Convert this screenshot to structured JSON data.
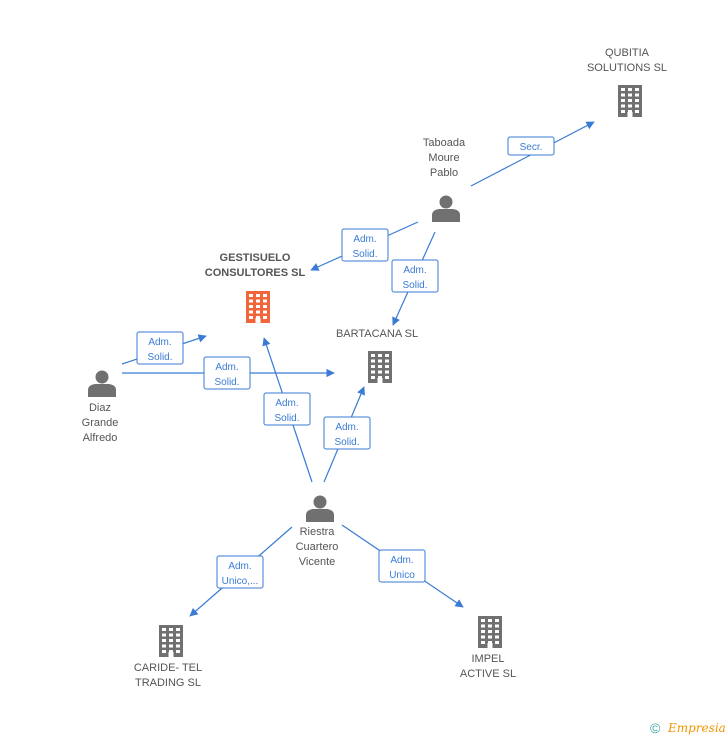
{
  "colors": {
    "edge": "#3a7bd5",
    "company": "#707070",
    "company_main": "#f0653a",
    "person": "#707070",
    "label_text": "#555555"
  },
  "nodes": [
    {
      "id": "qubitia",
      "type": "company",
      "lines": [
        "QUBITIA",
        "SOLUTIONS SL"
      ],
      "icon": "building-icon"
    },
    {
      "id": "taboada",
      "type": "person",
      "lines": [
        "Taboada",
        "Moure",
        "Pablo"
      ],
      "icon": "person-icon"
    },
    {
      "id": "gestisuelo",
      "type": "company",
      "main": true,
      "lines": [
        "GESTISUELO",
        "CONSULTORES SL"
      ],
      "icon": "building-icon"
    },
    {
      "id": "bartacana",
      "type": "company",
      "lines": [
        "BARTACANA SL"
      ],
      "icon": "building-icon"
    },
    {
      "id": "diaz",
      "type": "person",
      "lines": [
        "Diaz",
        "Grande",
        "Alfredo"
      ],
      "icon": "person-icon"
    },
    {
      "id": "riestra",
      "type": "person",
      "lines": [
        "Riestra",
        "Cuartero",
        "Vicente"
      ],
      "icon": "person-icon"
    },
    {
      "id": "caride",
      "type": "company",
      "lines": [
        "CARIDE- TEL",
        "TRADING SL"
      ],
      "icon": "building-icon"
    },
    {
      "id": "impel",
      "type": "company",
      "lines": [
        "IMPEL",
        "ACTIVE SL"
      ],
      "icon": "building-icon"
    }
  ],
  "edges": [
    {
      "from": "taboada",
      "to": "qubitia",
      "label": [
        "Secr."
      ]
    },
    {
      "from": "taboada",
      "to": "gestisuelo",
      "label": [
        "Adm.",
        "Solid."
      ]
    },
    {
      "from": "taboada",
      "to": "bartacana",
      "label": [
        "Adm.",
        "Solid."
      ]
    },
    {
      "from": "diaz",
      "to": "gestisuelo",
      "label": [
        "Adm.",
        "Solid."
      ]
    },
    {
      "from": "diaz",
      "to": "bartacana",
      "label": [
        "Adm.",
        "Solid."
      ]
    },
    {
      "from": "riestra",
      "to": "gestisuelo",
      "label": [
        "Adm.",
        "Solid."
      ]
    },
    {
      "from": "riestra",
      "to": "bartacana",
      "label": [
        "Adm.",
        "Solid."
      ]
    },
    {
      "from": "riestra",
      "to": "caride",
      "label": [
        "Adm.",
        "Unico,..."
      ]
    },
    {
      "from": "riestra",
      "to": "impel",
      "label": [
        "Adm.",
        "Unico"
      ]
    }
  ],
  "footer": {
    "copyright_symbol": "©",
    "brand": "Empresia"
  }
}
